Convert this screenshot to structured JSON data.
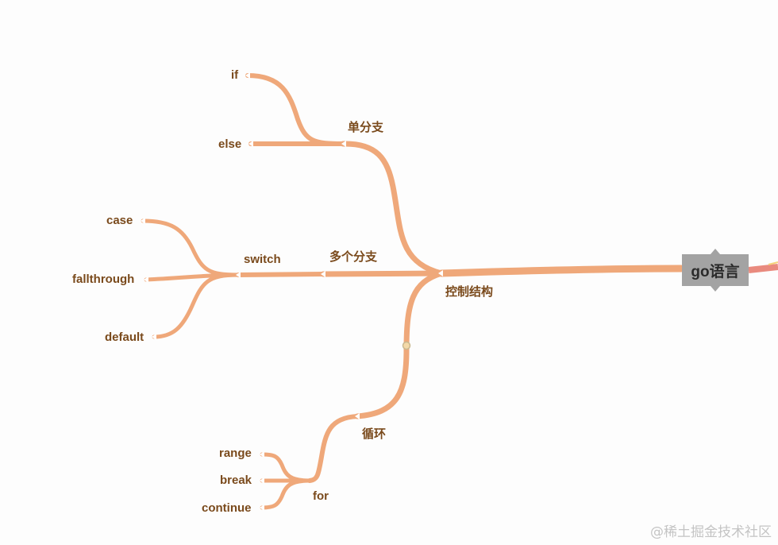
{
  "mindmap": {
    "root": "go语言",
    "node_l1": "控制结构",
    "branches": {
      "single": {
        "label": "单分支",
        "children": [
          "if",
          "else"
        ]
      },
      "multi": {
        "label": "多个分支",
        "child": "switch",
        "switch_children": [
          "case",
          "fallthrough",
          "default"
        ]
      },
      "loop": {
        "label": "循环",
        "child": "for",
        "for_children": [
          "range",
          "break",
          "continue"
        ]
      }
    }
  },
  "colors": {
    "branch": "#efa87a",
    "root_bg": "#a3a3a3",
    "text": "#7a4a1c",
    "right_edge": "#e98a7e"
  },
  "watermark": "@稀土掘金技术社区"
}
